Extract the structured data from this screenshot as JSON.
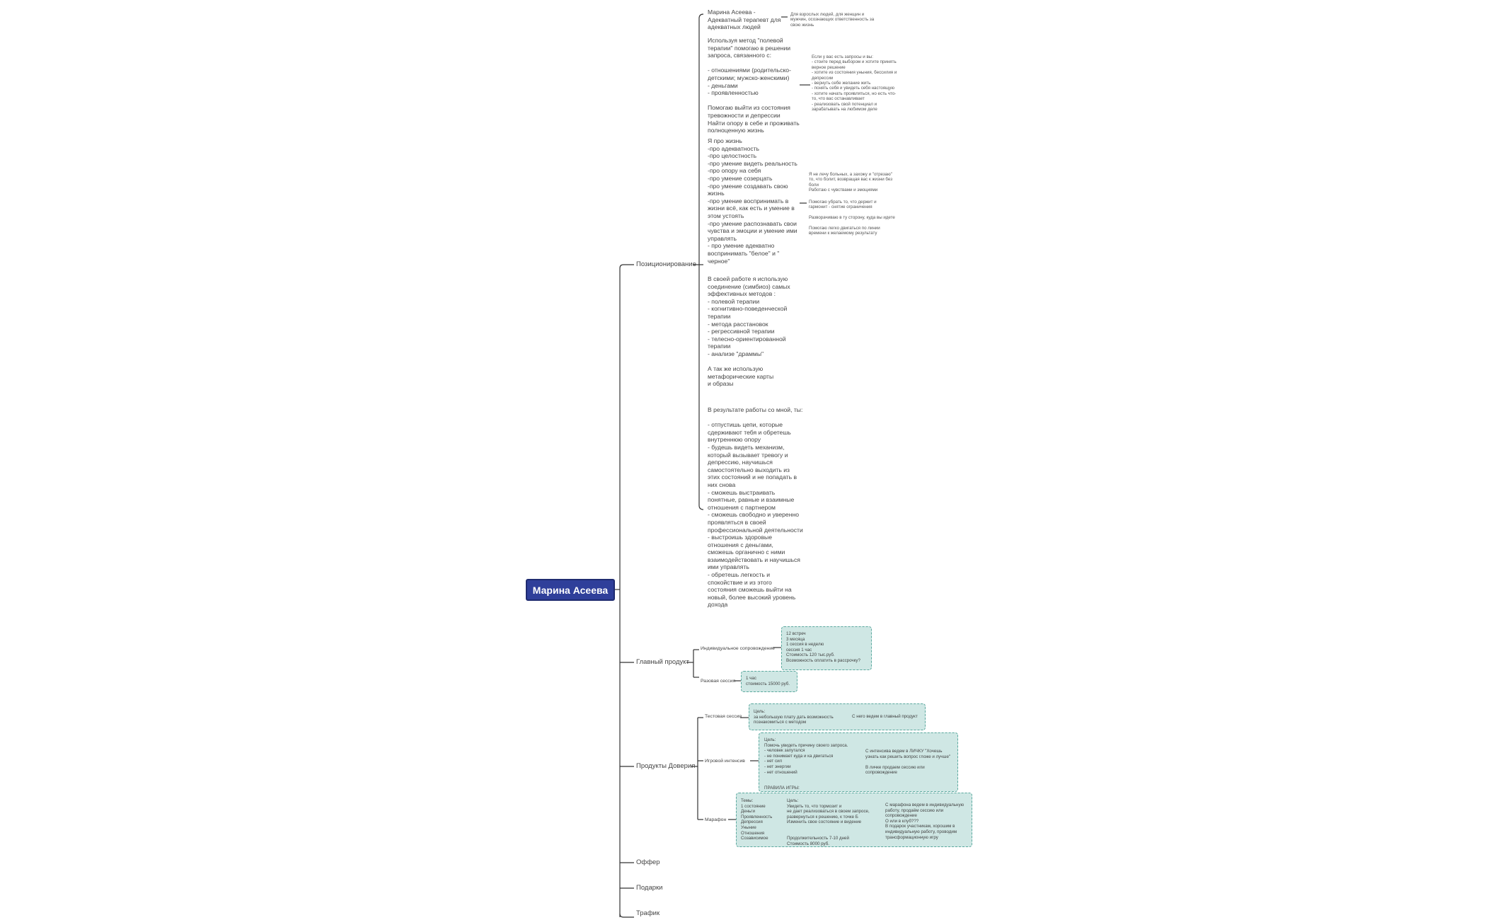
{
  "root": "Марина Асеева",
  "branches": {
    "pos": "Позиционирование",
    "main_product": "Главный продукт",
    "trust": "Продукты Доверия",
    "offer": "Оффер",
    "gifts": "Подарки",
    "traffic": "Трафик"
  },
  "positioning": {
    "p1": "Марина Асеева -\nАдекватный терапевт для\nадекватных людей",
    "p2": "Используя метод \"полевой\nтерапии\" помогаю в решении\nзапроса, связанного с:\n\n- отношениями (родительско-\nдетскими; мужско-женскими)\n- деньгами\n- проявленностью\n\nПомогаю выйти из состояния\nтревожности и депрессии\nНайти опору в себе и проживать\nполноценную жизнь",
    "p3": "Я про жизнь\n-про адекватность\n-про целостность\n-про умение видеть реальность\n-про опору на себя\n-про умение созерцать\n-про умение создавать свою\nжизнь\n-про умение воспринимать в\nжизни всё, как есть и умение в\nэтом устоять\n-про умение распознавать свои\nчувства и эмоции и умение ими\nуправлять\n- про умение адекватно\nвоспринимать \"белое\" и \"\nчерное\"",
    "p4": "В своей работе я использую\nсоединение (симбиоз) самых\nэффективных методов :\n- полевой терапии\n- когнитивно-поведенческой\nтерапии\n- метода расстановок\n- регрессивной терапии\n- телесно-ориентированной\nтерапии\n- анализе \"драммы\"\n\nА так же использую\nметафорические карты\n и образы",
    "p5": "В результате работы со мной, ты:\n\n- отпустишь цепи, которые\nсдерживают тебя и обретешь\nвнутреннюю опору\n- будешь видеть механизм,\nкоторый вызывает тревогу и\nдепрессию, научишься\nсамостоятельно выходить из\nэтих состояний и не попадать в\nних снова\n- сможешь выстраивать\nпонятные, равные и взаимные\nотношения с партнером\n- сможешь свободно и уверенно\nпроявляться в своей\nпрофессиональной деятельности\n- выстроишь здоровые\nотношения с деньгами,\nсможешь органично с ними\nвзаимодействовать и научишься\nими управлять\n- обретешь легкость и\nспокойствие и из этого\nсостояния сможешь выйти на\nновый, более высокий уровень\nдохода",
    "n1": "Для взрослых людей, для женщин и\nмужчин, осознающих ответственность за\nсвою жизнь",
    "n2": "Если у вас есть запросы и вы:\n- стоите перед выбором и хотите принять\nверное решение\n- хотите из состояния уныния, бессилия и\nдепрессии\n- вернуть себе желание жить\n- понять себя и увидеть себя настоящую\n- хотите начать проявляться, но есть что-\nто, что вас останавливает\n- реализовать свой потенциал и\nзарабатывать на любимом деле",
    "n3": "Я не лечу больных, а захожу и \"отрезаю\"\nто, что болит, возвращая вас к жизни без\nболи\nРаботаю с чувствами и эмоциями",
    "n4": "Помогаю убрать то, что держит и\nгармонит - снятие ограничения",
    "n5": "Разворачиваю в ту сторону, куда вы идете",
    "n6": "Помогаю легко двигаться по линии\nвремени к желаемому результату"
  },
  "main_product": {
    "individual_label": "Индивидуальное сопровождение",
    "individual_box": "12 встреч\n3 месяца\n1 сессия в неделю\nсессия 1 час\nСтоимость 120 тыс.руб.\nВозможность оплатить в рассрочку?",
    "session_label": "Разовая сессия",
    "session_box": "1 час\nстоимость 15000 руб."
  },
  "trust": {
    "test_label": "Тестовая сессия",
    "test_box": "Цель:\nза небольшую плату дать возможность\nпознакомиться с методом",
    "test_note": "С него ведем в главный продукт",
    "game_label": "Игровой интенсив",
    "game_box": "Цель:\nПомочь увидеть причину своего запроса.\n- человек запутался\n- не понимает куда и ка двигаться\n- нет сил\n- нет энергии\n- нет отношений\n\n\nПРАВИЛА ИГРЫ:",
    "game_note": "С интенсива ведем в ЛИЧКУ \"Хочешь\nузнать как решить вопрос гложе и лучше\"\n\nВ личке продаем сессию или\nсопровождение",
    "marathon_label": "Марафон",
    "marathon_topics": "Темы:\n1 состояние\nДеньги\nПроявленность\nДепрессия\nУныние\nОтношения\nСозависимое",
    "marathon_goal": "Цель:\nУвидеть то, что тормозит и\nне дает реализоваться в своем запросе,\nразвернуться к решению, к точке Б\nИзменить свое состояние и видение\n\n\nПродолжительность 7-10 дней\nСтоимость 8000 руб.",
    "marathon_note": "С марафона ведем в индивидуальную\nработу, продаём сессию или\nсопровождение\nО или в клуб???\nВ подарок участникам, хорошим в\nиндивидуальную работу, проводим\nтрансформационную игру"
  }
}
